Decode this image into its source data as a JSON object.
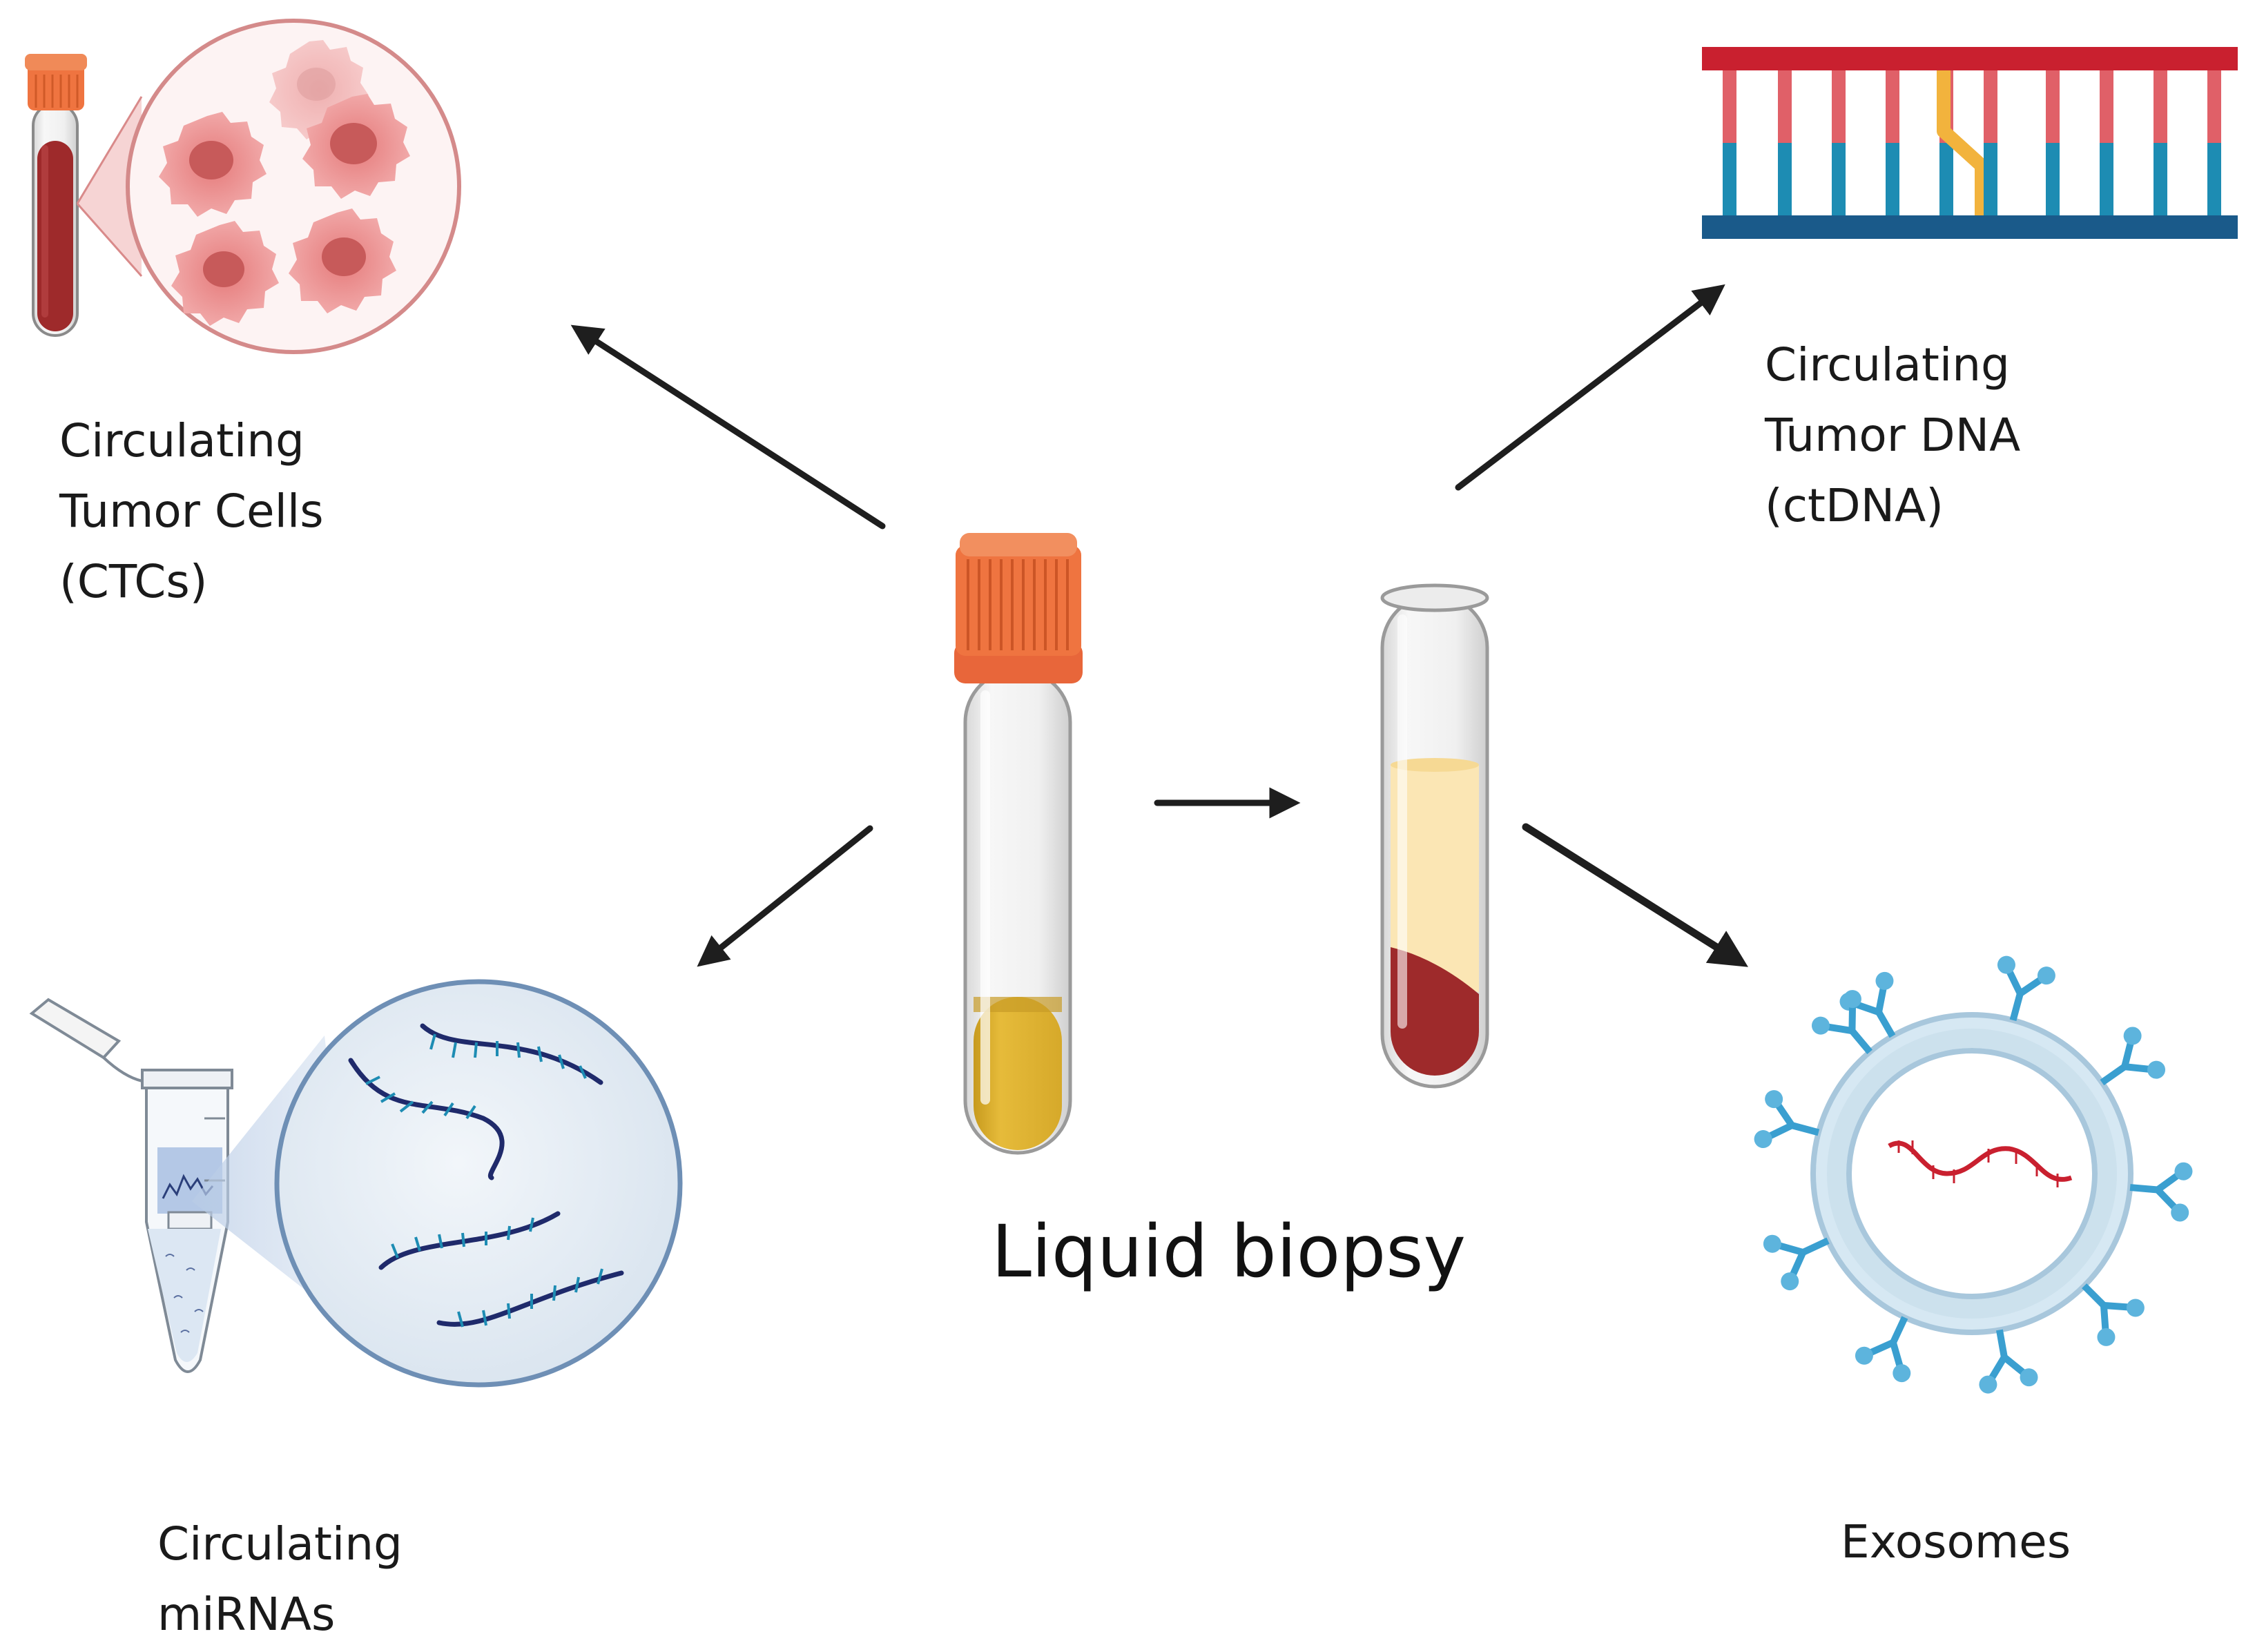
{
  "diagram": {
    "title": "Liquid biopsy",
    "nodes": {
      "ctc": {
        "lines": [
          "Circulating",
          "Tumor Cells",
          "(CTCs)"
        ]
      },
      "ctdna": {
        "lines": [
          "Circulating",
          "Tumor DNA",
          "(ctDNA)"
        ]
      },
      "mirna": {
        "lines": [
          "Circulating",
          "miRNAs"
        ]
      },
      "exosomes": {
        "lines": [
          "Exosomes"
        ]
      }
    },
    "colors": {
      "cap_orange": "#ef7440",
      "blood_red": "#9e2a2b",
      "plasma_gold": "#e2b434",
      "plasma_light": "#fbe6b4",
      "dna_red": "#c9202f",
      "dna_pink": "#e06068",
      "dna_blue": "#1d8cb3",
      "dna_dark_blue": "#1a5a8a",
      "dna_mismatch": "#f2b33d",
      "cell_pink": "#ec8c8c",
      "mirna_navy": "#1f2a6b",
      "exosome_blue": "#3a9fd0",
      "arrow": "#1e1e1e"
    }
  }
}
